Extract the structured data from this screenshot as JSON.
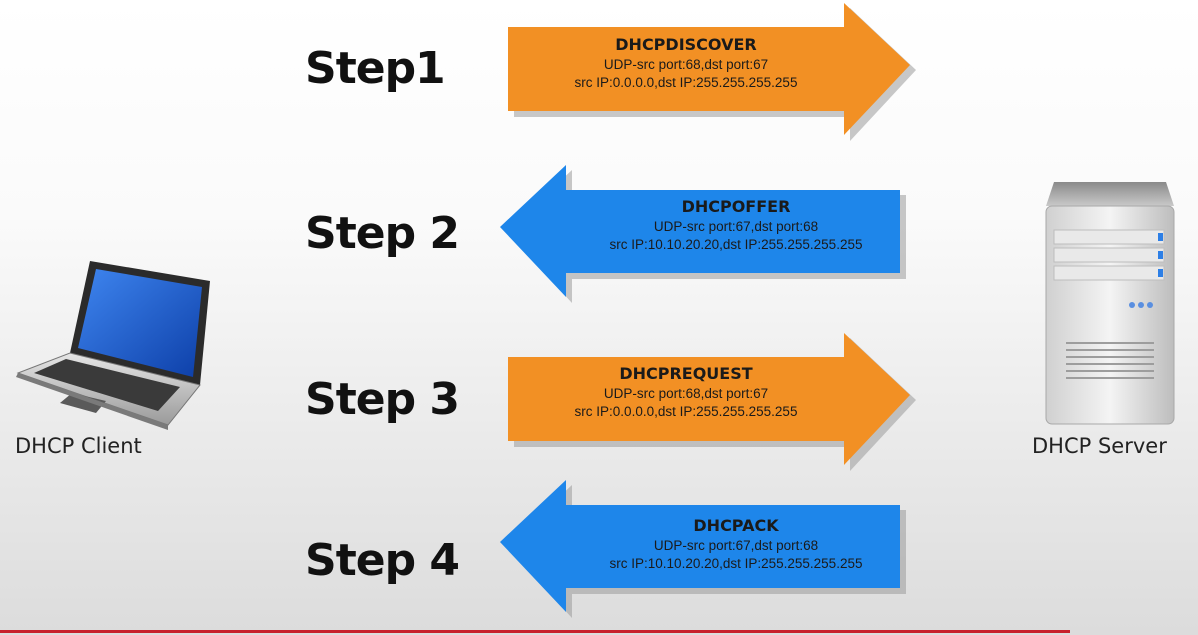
{
  "colors": {
    "discover_request": "#f29024",
    "offer_ack": "#1e86ea"
  },
  "client": {
    "label": "DHCP Client",
    "icon": "laptop-icon"
  },
  "server": {
    "label": "DHCP Server",
    "icon": "server-tower-icon"
  },
  "steps": [
    {
      "step": "Step1",
      "direction": "client-to-server",
      "message": "DHCPDISCOVER",
      "line1": "UDP-src port:68,dst port:67",
      "line2": "src IP:0.0.0.0,dst IP:255.255.255.255"
    },
    {
      "step": "Step 2",
      "direction": "server-to-client",
      "message": "DHCPOFFER",
      "line1": "UDP-src port:67,dst port:68",
      "line2": "src IP:10.10.20.20,dst IP:255.255.255.255"
    },
    {
      "step": "Step 3",
      "direction": "client-to-server",
      "message": "DHCPREQUEST",
      "line1": "UDP-src port:68,dst port:67",
      "line2": "src IP:0.0.0.0,dst IP:255.255.255.255"
    },
    {
      "step": "Step 4",
      "direction": "server-to-client",
      "message": "DHCPACK",
      "line1": "UDP-src port:67,dst port:68",
      "line2": "src IP:10.10.20.20,dst IP:255.255.255.255"
    }
  ]
}
